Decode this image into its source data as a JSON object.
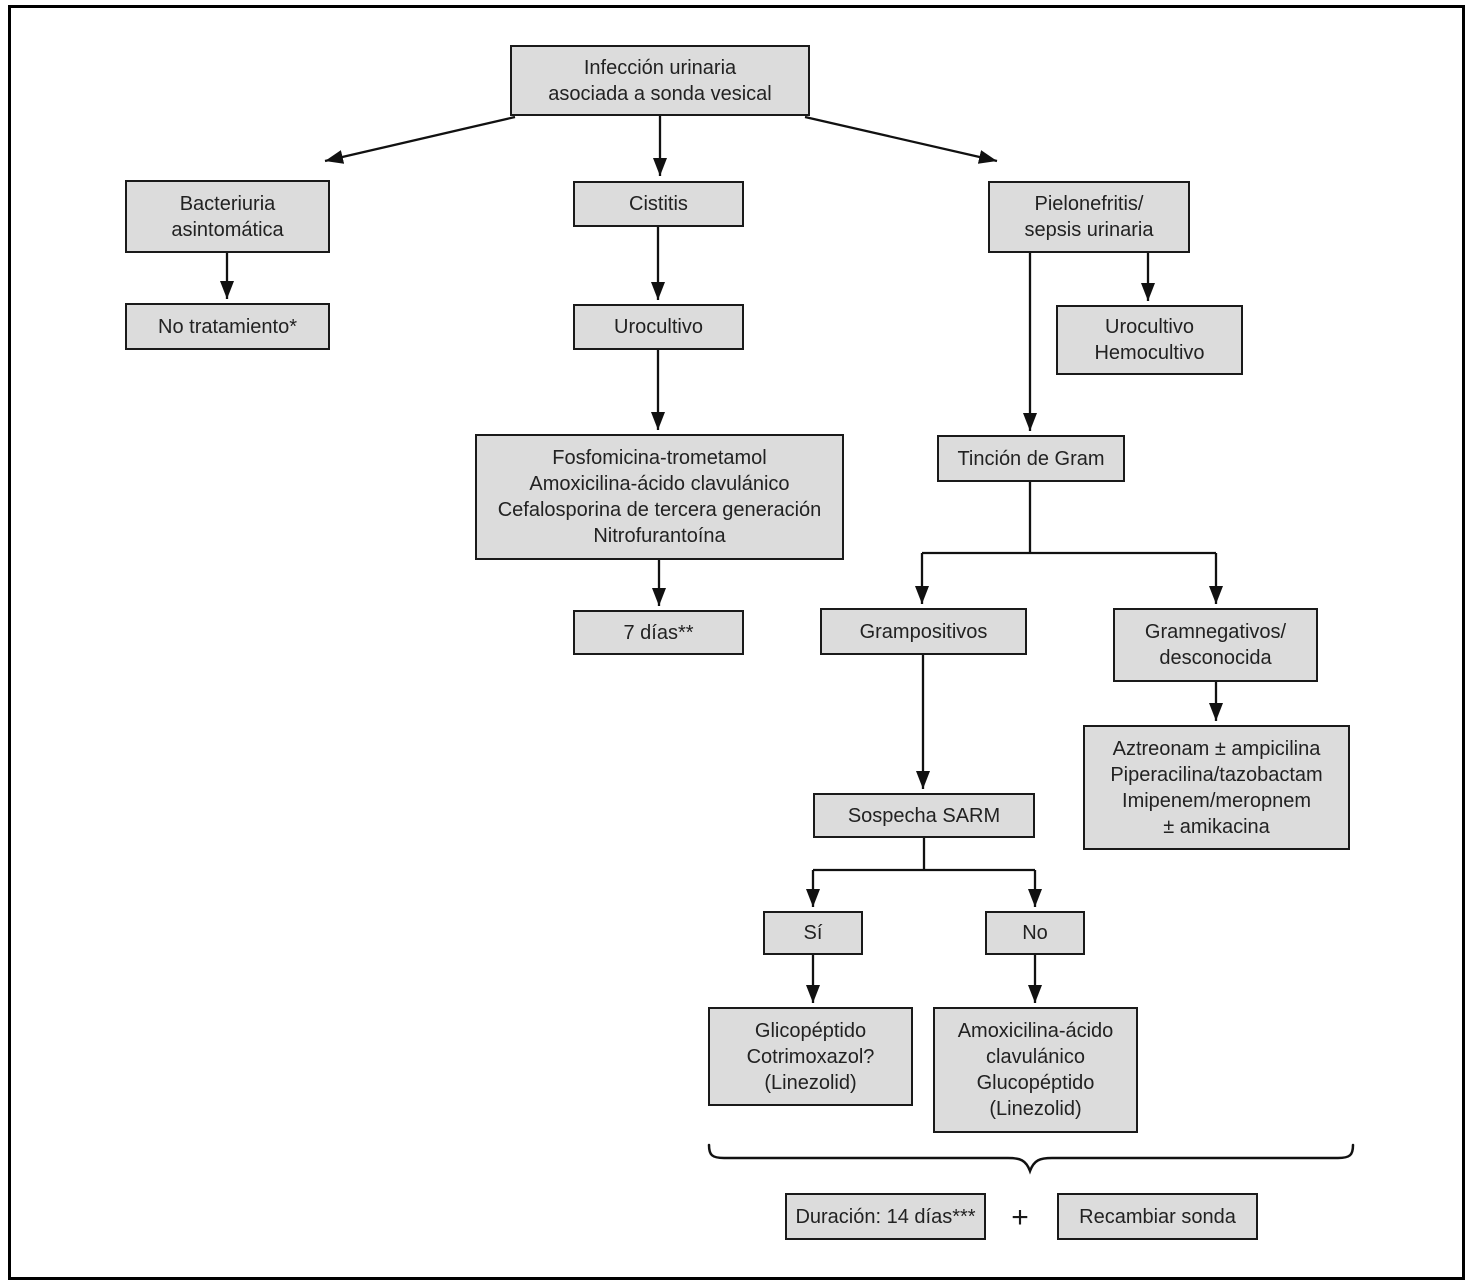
{
  "figure": {
    "title": "Infección urinaria asociada a sonda vesical — algoritmo",
    "background": "#ffffff",
    "box_fill": "#dcdcdc",
    "box_border": "#1a1a1a",
    "line_color": "#111111"
  },
  "nodes": {
    "root": {
      "label": "Infección urinaria\nasociada a sonda vesical"
    },
    "bacteriuria": {
      "label": "Bacteriuria\nasintomática"
    },
    "no_tratamiento": {
      "label": "No tratamiento*"
    },
    "cistitis": {
      "label": "Cistitis"
    },
    "urocultivo": {
      "label": "Urocultivo"
    },
    "tratamiento_cistitis": {
      "label": "Fosfomicina-trometamol\nAmoxicilina-ácido clavulánico\nCefalosporina de tercera generación\nNitrofurantoína"
    },
    "dias_7": {
      "label": "7 días**"
    },
    "pielonefritis": {
      "label": "Pielonefritis/\nsepsis urinaria"
    },
    "urocultivo_hemocultivo": {
      "label": "Urocultivo\nHemocultivo"
    },
    "tincion_gram": {
      "label": "Tinción de Gram"
    },
    "grampositivos": {
      "label": "Grampositivos"
    },
    "gramnegativos": {
      "label": "Gramnegativos/\ndesconocida"
    },
    "tratamiento_gramnegativos": {
      "label": "Aztreonam ± ampicilina\nPiperacilina/tazobactam\nImipenem/meropnem\n± amikacina"
    },
    "sospecha_sarm": {
      "label": "Sospecha SARM"
    },
    "sarm_si": {
      "label": "Sí"
    },
    "sarm_no": {
      "label": "No"
    },
    "tratamiento_sarm_si": {
      "label": "Glicopéptido\nCotrimoxazol?\n(Linezolid)"
    },
    "tratamiento_sarm_no": {
      "label": "Amoxicilina-ácido\nclavulánico\nGlucopéptido\n(Linezolid)"
    },
    "duracion": {
      "label": "Duración: 14 días***"
    },
    "recambiar_sonda": {
      "label": "Recambiar sonda"
    }
  },
  "footer": {
    "plus": "+"
  }
}
